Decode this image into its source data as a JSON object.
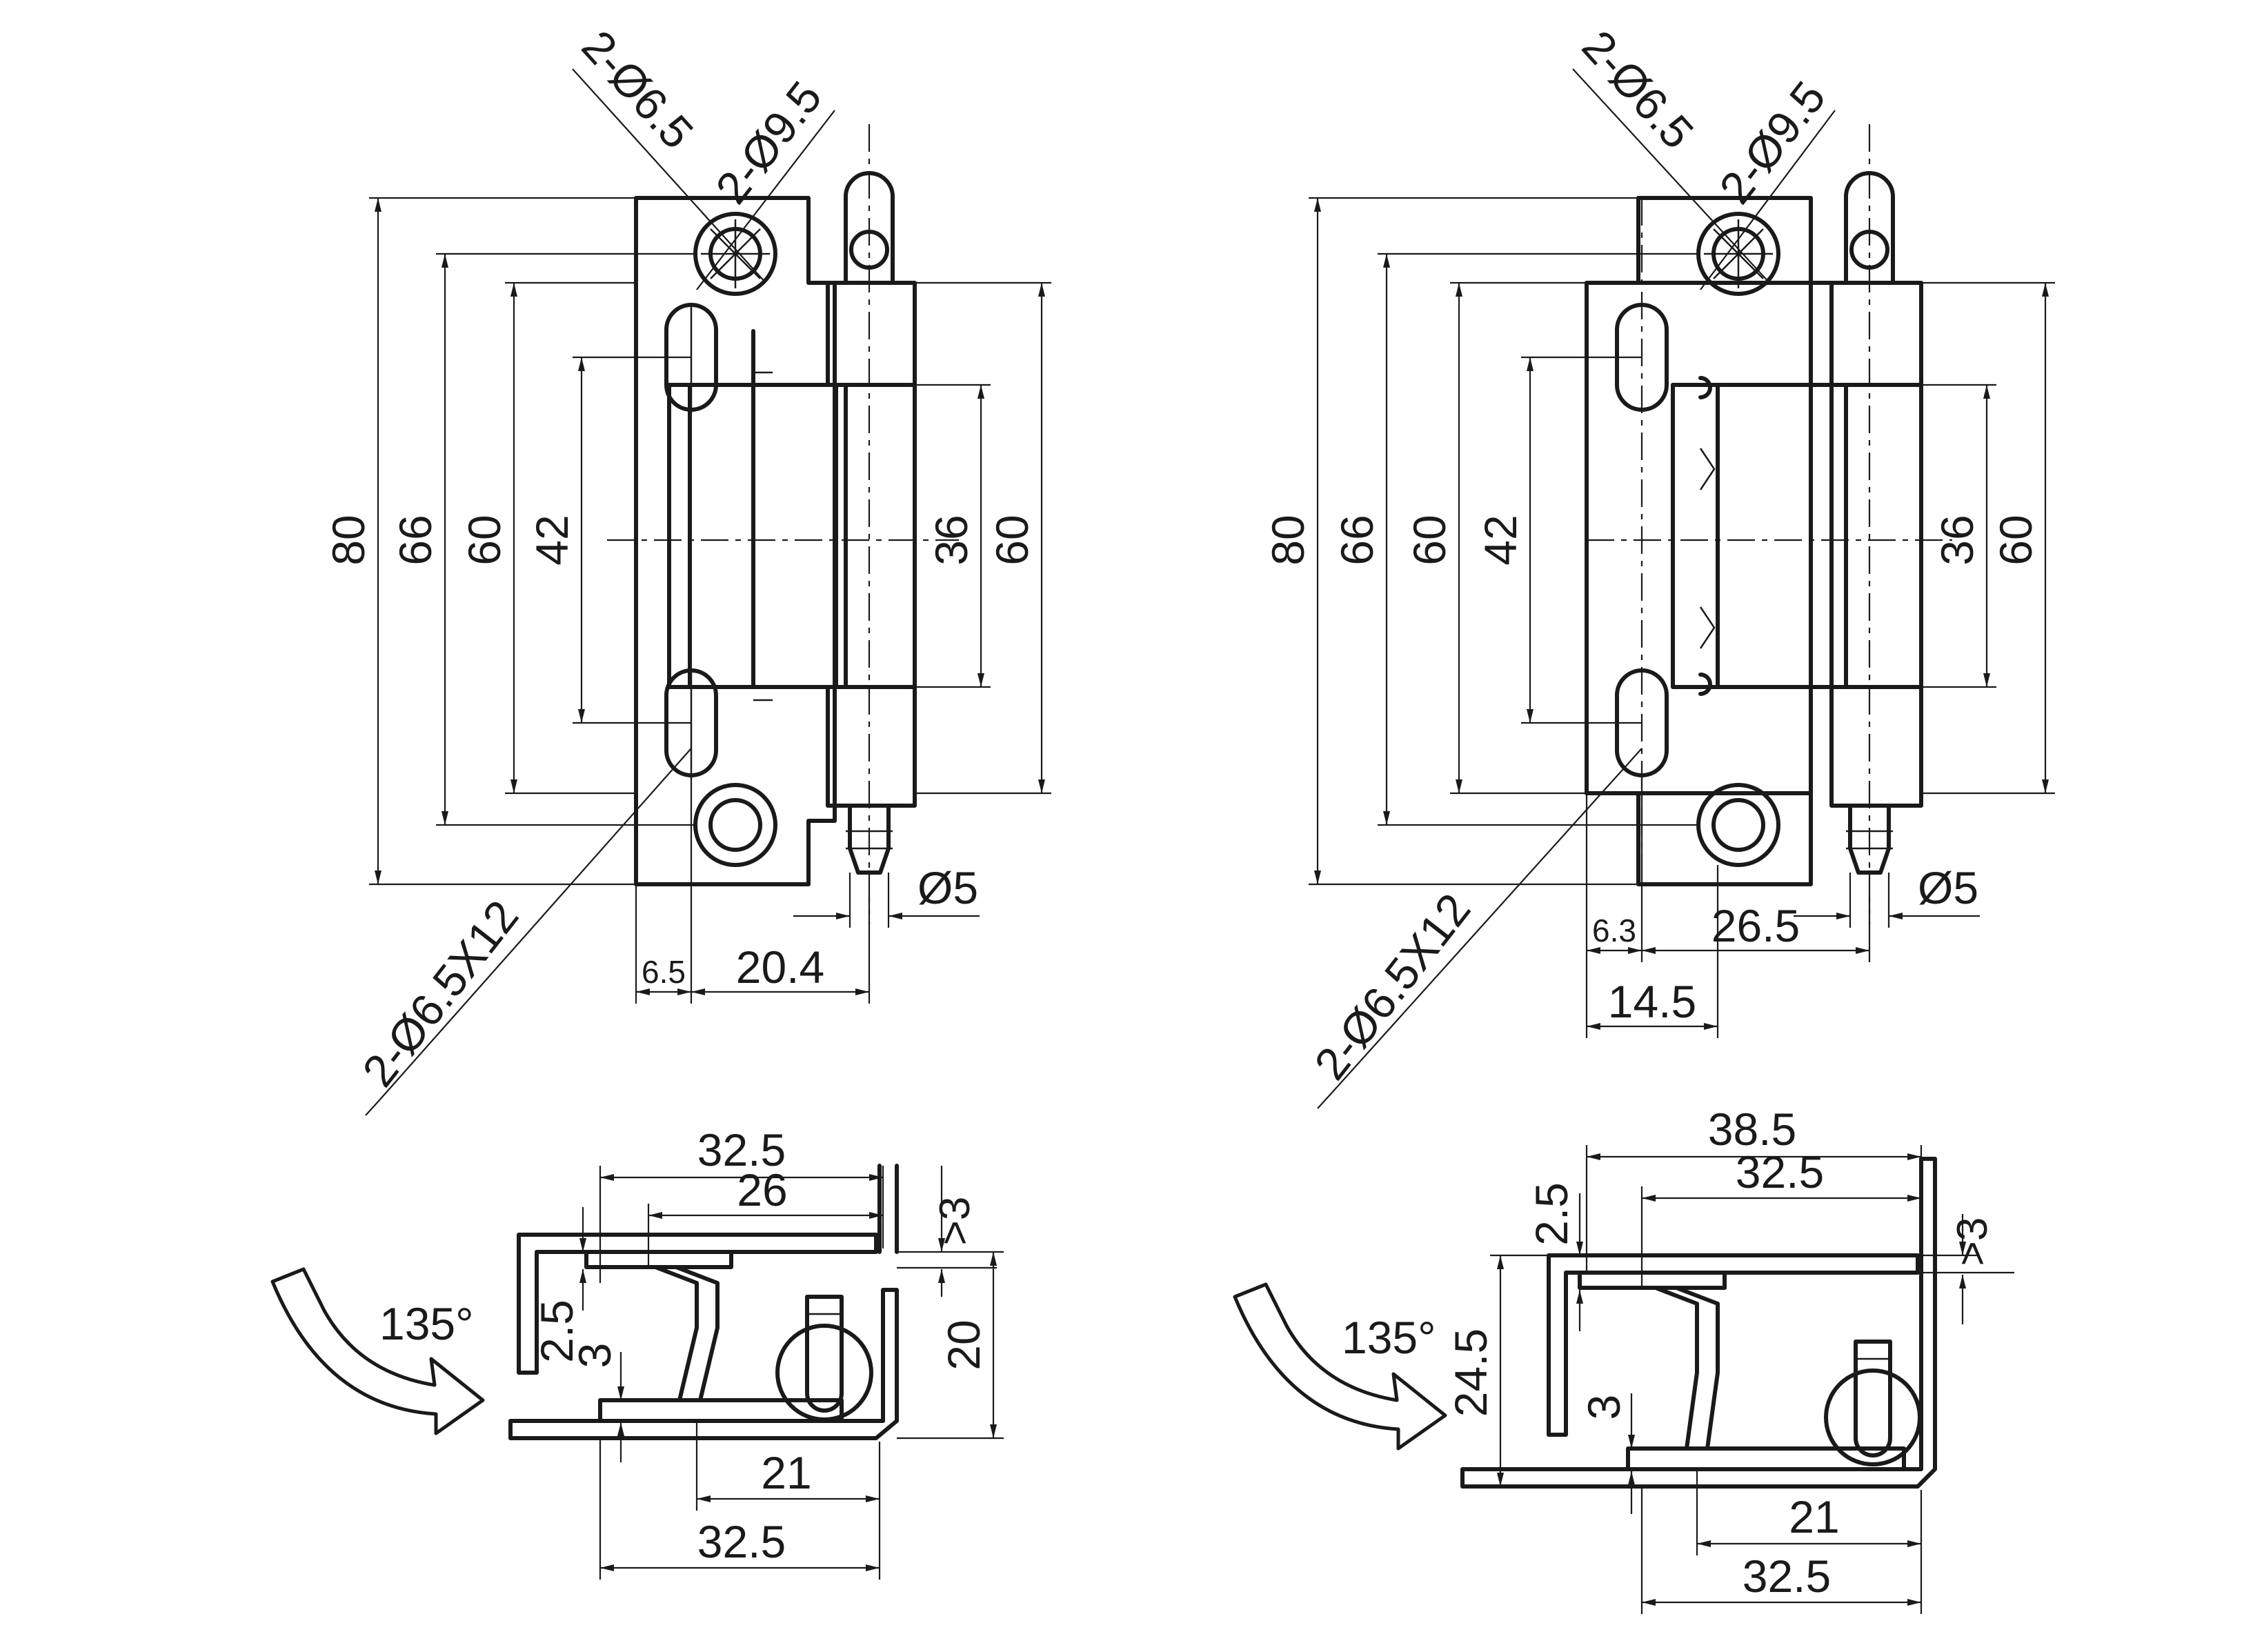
{
  "hinge_a": {
    "front_view": {
      "holes_small": "2-Ø6.5",
      "holes_large": "2-Ø9.5",
      "slots": "2-Ø6.5X12",
      "height_overall": "80",
      "height_holes": "66",
      "height_leaf": "60",
      "height_slots": "42",
      "height_knuckle": "36",
      "height_pin_leaf": "60",
      "pin_diameter": "Ø5",
      "slot_offset": "6.5",
      "width_to_pin": "20.4"
    },
    "side_view": {
      "width_top": "32.5",
      "inner_width": "26",
      "clearance": ">3",
      "gap": "2.5",
      "thickness": "3",
      "height": "20",
      "pin_offset": "21",
      "width_bottom": "32.5",
      "angle": "135°"
    }
  },
  "hinge_b": {
    "front_view": {
      "holes_small": "2-Ø6.5",
      "holes_large": "2-Ø9.5",
      "slots": "2-Ø6.5X12",
      "height_overall": "80",
      "height_holes": "66",
      "height_leaf": "60",
      "height_slots": "42",
      "height_knuckle": "36",
      "height_pin_leaf": "60",
      "pin_diameter": "Ø5",
      "slot_offset": "6.3",
      "width_to_pin": "26.5",
      "slot_to_hole": "14.5"
    },
    "side_view": {
      "width_overall": "38.5",
      "width_top": "32.5",
      "gap": "2.5",
      "clearance": ">3",
      "height": "24.5",
      "thickness": "3",
      "pin_offset": "21",
      "width_bottom": "32.5",
      "angle": "135°"
    }
  }
}
